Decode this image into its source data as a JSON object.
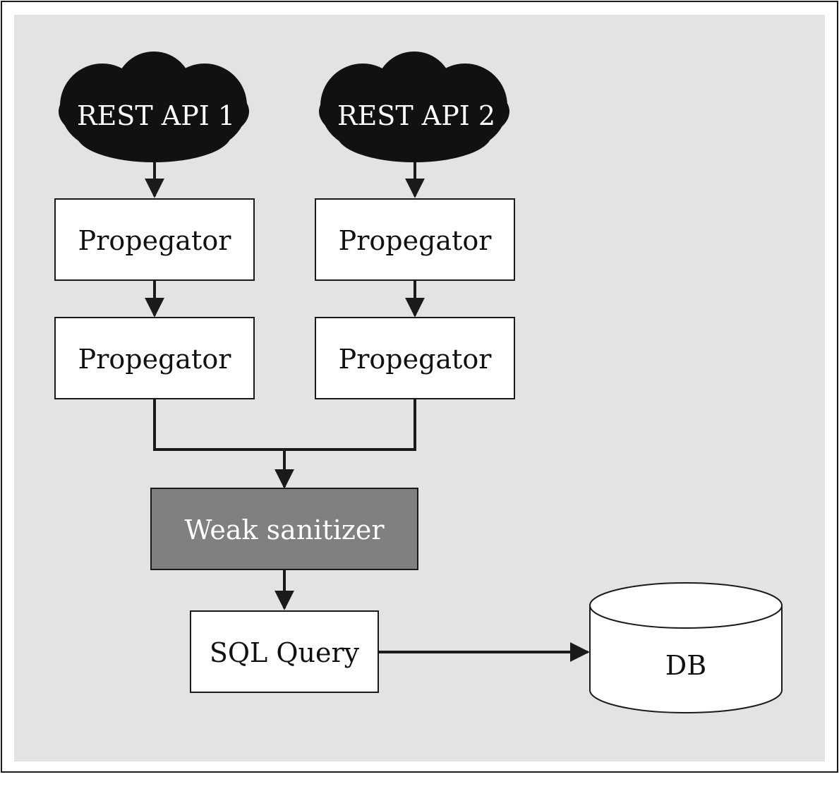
{
  "diagram": {
    "sources": [
      {
        "label": "REST API 1"
      },
      {
        "label": "REST API 2"
      }
    ],
    "propagators": [
      {
        "label": "Propegator"
      },
      {
        "label": "Propegator"
      },
      {
        "label": "Propegator"
      },
      {
        "label": "Propegator"
      }
    ],
    "sanitizer": {
      "label": "Weak sanitizer"
    },
    "query": {
      "label": "SQL Query"
    },
    "database": {
      "label": "DB"
    },
    "colors": {
      "background": "#e3e3e3",
      "cloud": "#111111",
      "box": "#ffffff",
      "sanitizer": "#808080",
      "stroke": "#1a1a1a"
    }
  }
}
